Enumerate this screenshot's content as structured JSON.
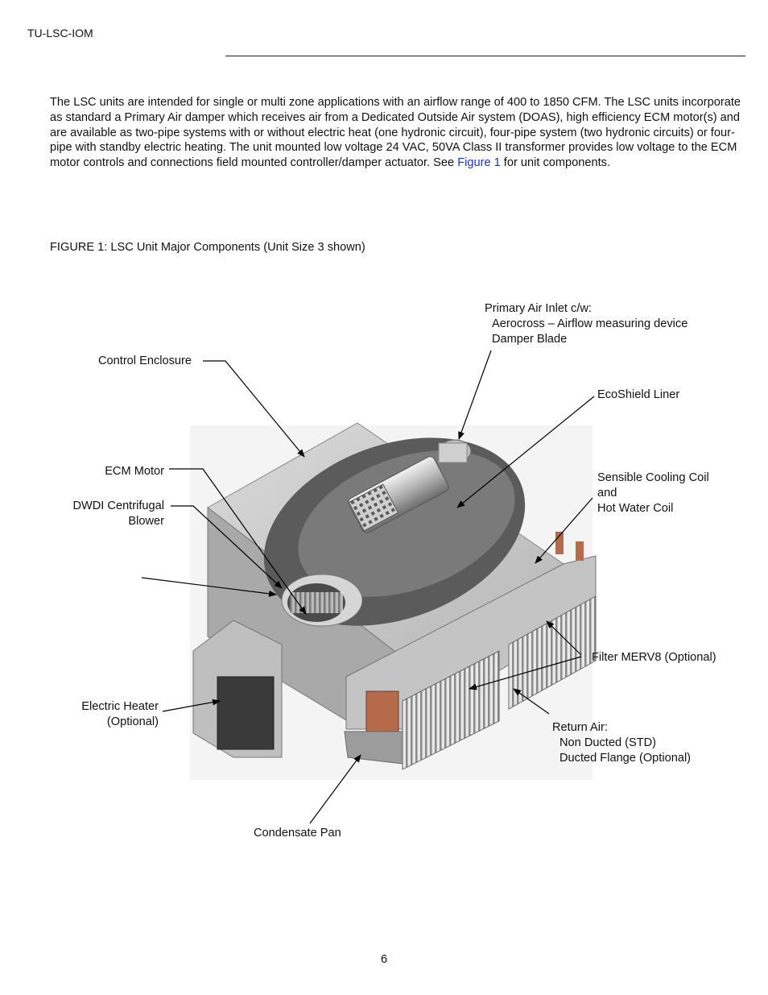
{
  "header": {
    "doc_id": "TU-LSC-IOM"
  },
  "intro": {
    "text_before_link": "The LSC units are intended for single or multi zone applications with an airflow range of 400 to 1850 CFM. The LSC units incorporate as standard a Primary Air damper which receives air from a Dedicated Outside Air system (DOAS), high efficiency ECM motor(s) and are available as two-pipe systems  with or without electric heat (one hydronic circuit), four-pipe system (two hydronic circuits) or four-pipe with standby electric heating.  The unit mounted low voltage 24 VAC, 50VA Class II transformer  provides low voltage to the ECM motor controls and  connections field mounted controller/damper actuator. See ",
    "link_text": "Figure 1",
    "text_after_link": " for unit components."
  },
  "figure": {
    "caption": "FIGURE 1: LSC Unit Major Components (Unit Size 3 shown)",
    "labels": {
      "primary_air_inlet": {
        "line1": "Primary Air Inlet c/w:",
        "line2": "Aerocross – Airflow measuring device",
        "line3": "Damper Blade"
      },
      "control_enclosure": "Control Enclosure",
      "ecoshield_liner": "EcoShield Liner",
      "ecm_motor": "ECM Motor",
      "dwdi_blower": {
        "line1": "DWDI Centrifugal",
        "line2": "Blower"
      },
      "cooling_coil": {
        "line1": "Sensible Cooling Coil",
        "line2": "and",
        "line3": "Hot Water Coil"
      },
      "filter": "Filter MERV8 (Optional)",
      "electric_heater": {
        "line1": "Electric Heater",
        "line2": "(Optional)"
      },
      "return_air": {
        "line1": "Return Air:",
        "line2": "Non Ducted (STD)",
        "line3": "Ducted Flange (Optional)"
      },
      "condensate_pan": "Condensate Pan"
    }
  },
  "footer": {
    "page_number": "6"
  }
}
